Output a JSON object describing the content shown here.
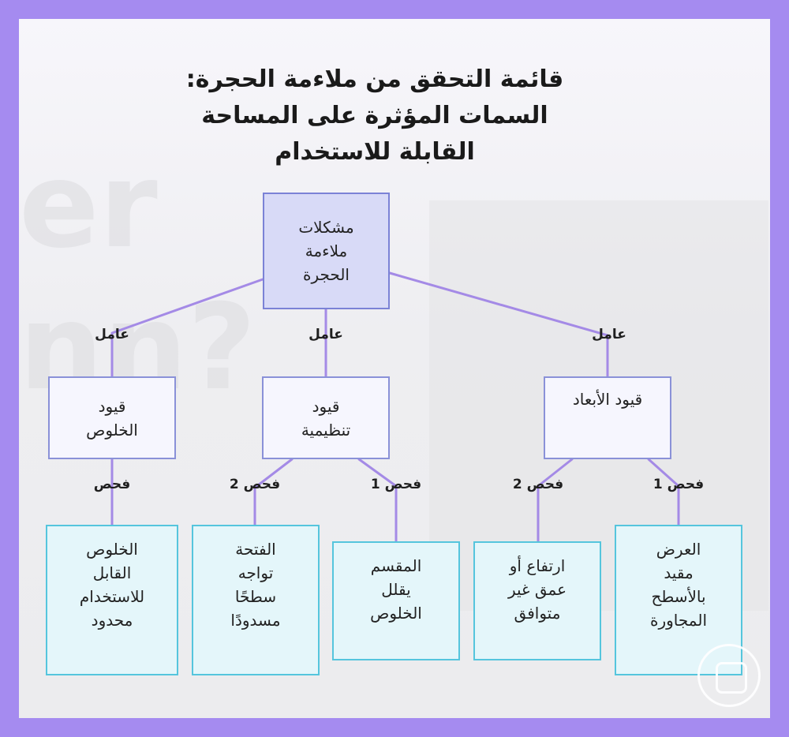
{
  "title_lines": [
    "قائمة التحقق من ملاءمة الحجرة:",
    "السمات المؤثرة على المساحة",
    "القابلة للاستخدام"
  ],
  "colors": {
    "frame": "#a58bf0",
    "edge": "#a48ae6",
    "root_fill": "#d8daf7",
    "mid_fill": "#f6f6fe",
    "leaf_fill": "#e4f6fa",
    "leaf_border": "#55c5dd"
  },
  "nodes": {
    "root": [
      "مشكلات",
      "ملاءمة",
      "الحجرة"
    ],
    "clearance": [
      "قيود",
      "الخلوص"
    ],
    "regulatory": [
      "قيود",
      "تنظيمية"
    ],
    "dimension": [
      "قيود الأبعاد"
    ],
    "leaf_clearance": [
      "الخلوص",
      "القابل",
      "للاستخدام",
      "محدود"
    ],
    "leaf_door": [
      "الفتحة",
      "تواجه",
      "سطحًا",
      "مسدودًا"
    ],
    "leaf_partition": [
      "المقسم",
      "يقلل",
      "الخلوص"
    ],
    "leaf_height": [
      "ارتفاع أو",
      "عمق غير",
      "متوافق"
    ],
    "leaf_width": [
      "العرض",
      "مقيد",
      "بالأسطح",
      "المجاورة"
    ]
  },
  "edge_labels": {
    "factor_left": "عامل",
    "factor_mid": "عامل",
    "factor_right": "عامل",
    "check_clearance": "فحص",
    "check_reg_2": "فحص 2",
    "check_reg_1": "فحص 1",
    "check_dim_2": "فحص 2",
    "check_dim_1": "فحص 1"
  },
  "logo_icon": "brand-logo-icon"
}
